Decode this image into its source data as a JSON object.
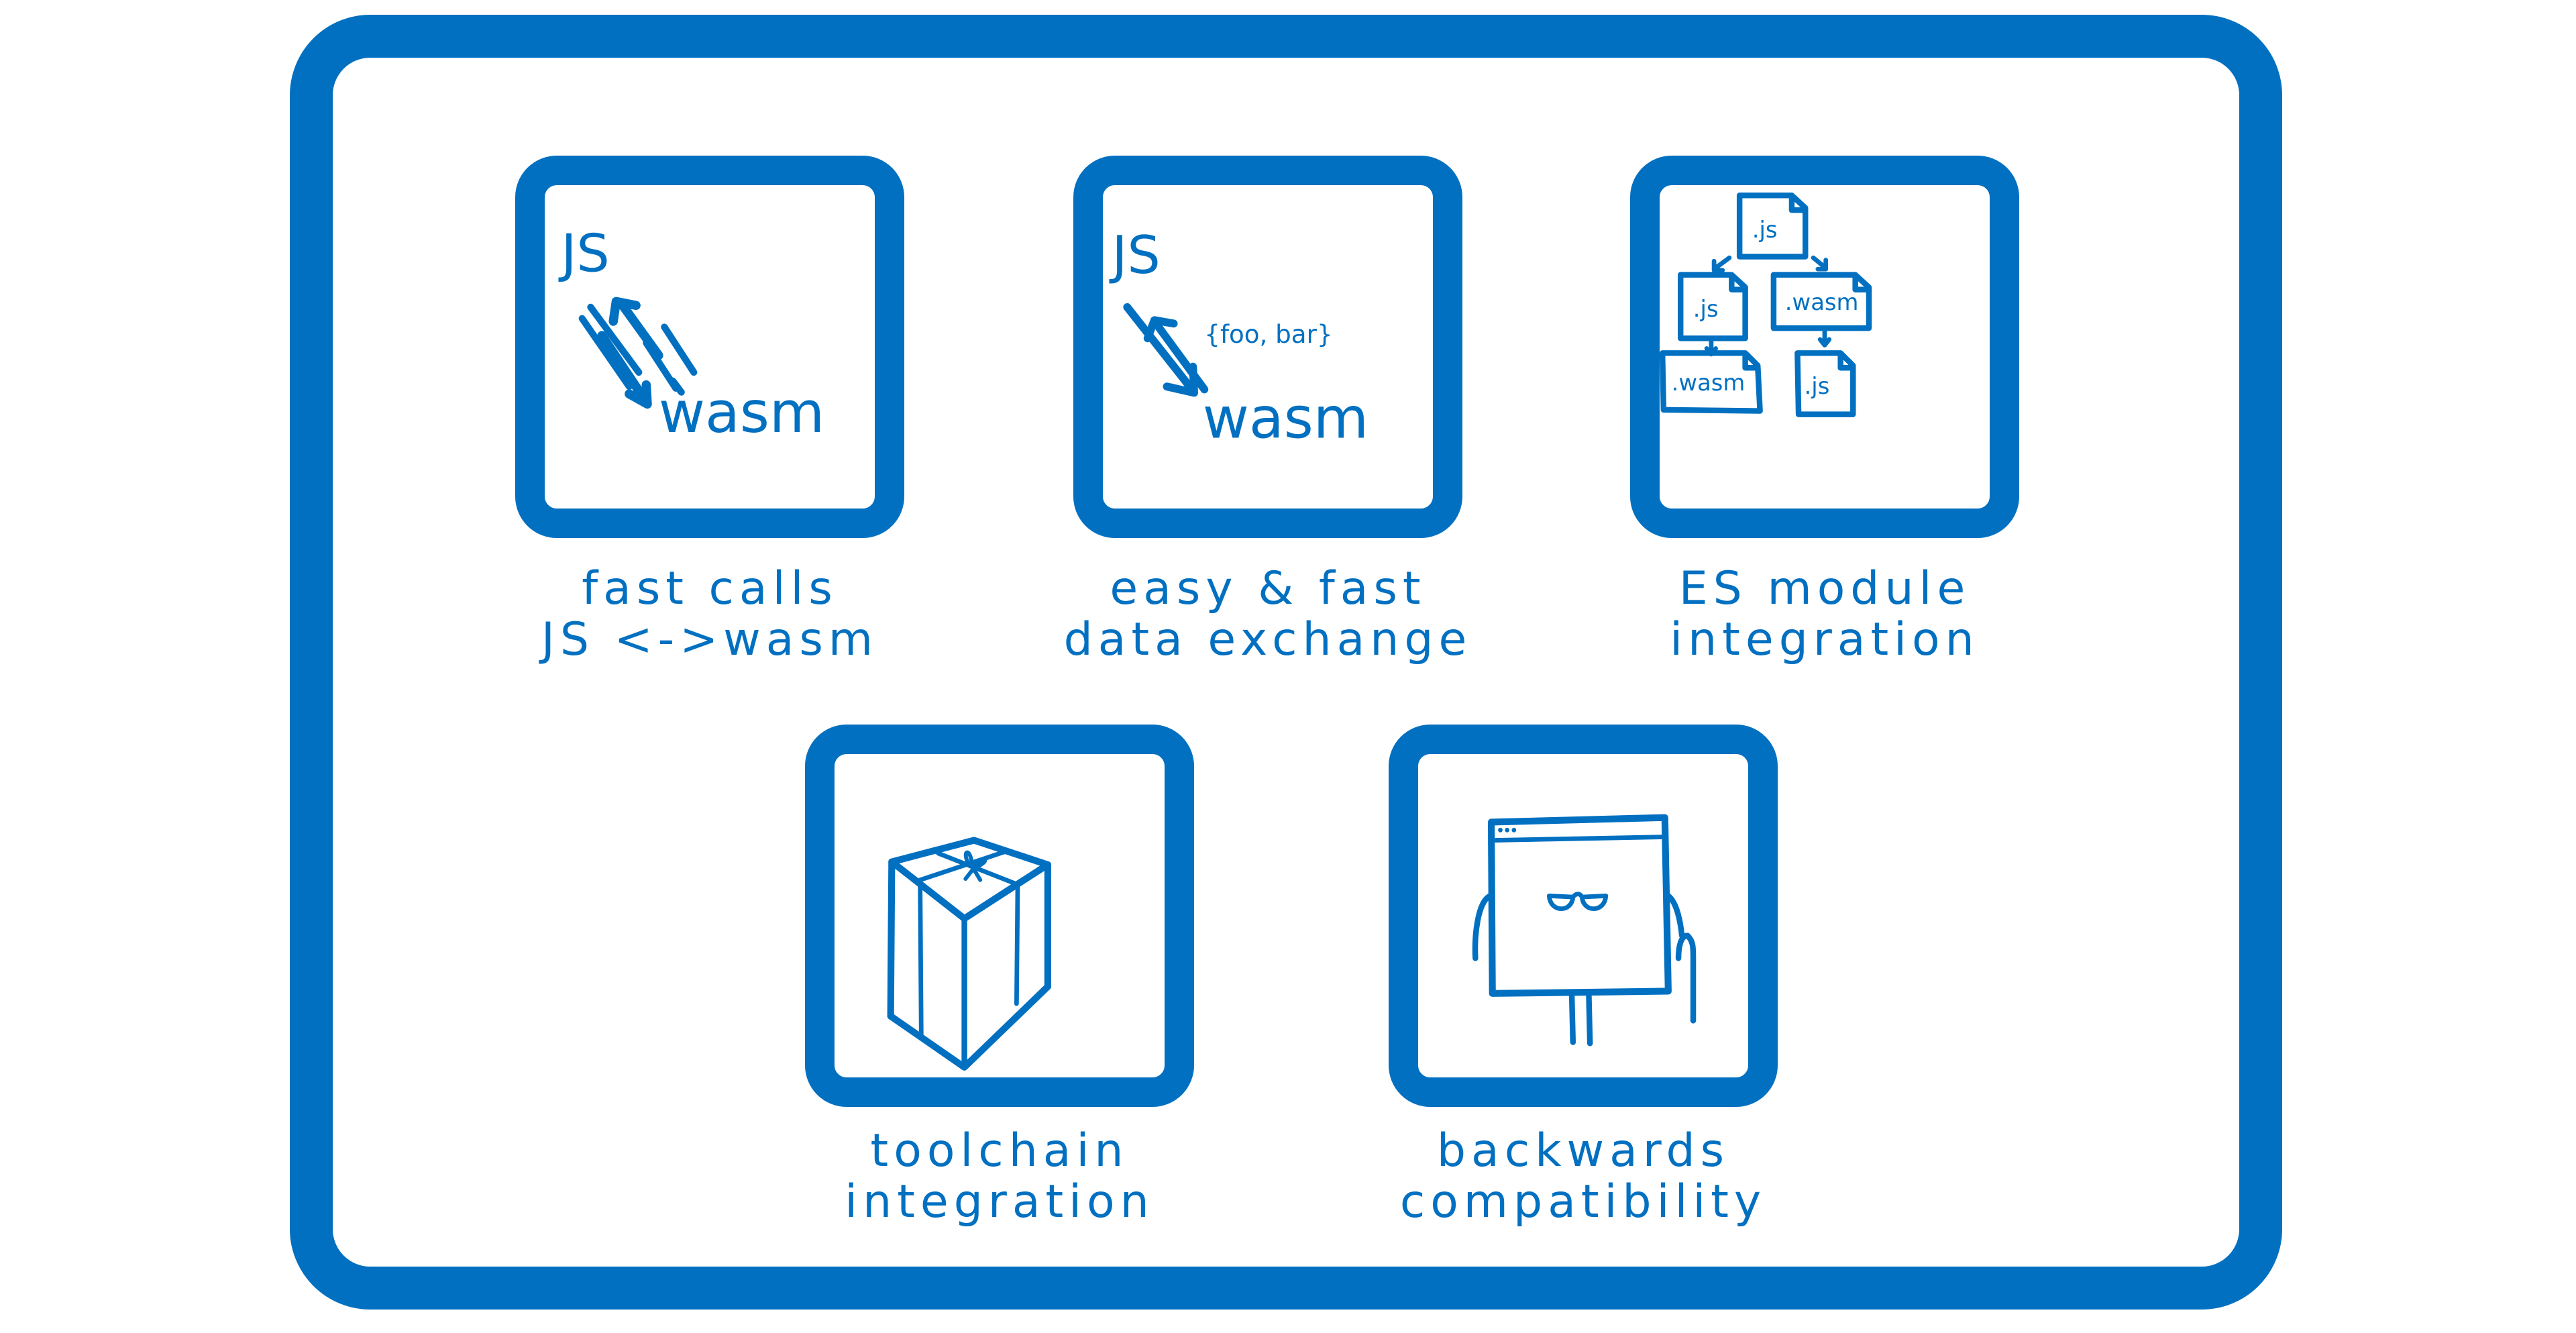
{
  "diagram": {
    "accent_color": "#0270c1",
    "tiles": [
      {
        "id": "fast-calls",
        "icon": "js-wasm-fast-arrows-icon",
        "labels": {
          "top": "JS",
          "bottom": "wasm"
        },
        "caption": [
          "fast calls",
          "JS <->wasm"
        ]
      },
      {
        "id": "data-exchange",
        "icon": "js-wasm-data-exchange-icon",
        "labels": {
          "top": "JS",
          "payload": "{foo, bar}",
          "bottom": "wasm"
        },
        "caption": [
          "easy & fast",
          "data exchange"
        ]
      },
      {
        "id": "es-module",
        "icon": "module-graph-icon",
        "files": [
          ".js",
          ".js",
          ".wasm",
          ".wasm",
          ".js"
        ],
        "caption": [
          "ES module",
          "integration"
        ]
      },
      {
        "id": "toolchain",
        "icon": "gift-box-icon",
        "caption": [
          "toolchain",
          "integration"
        ]
      },
      {
        "id": "backwards-compat",
        "icon": "old-browser-character-icon",
        "caption": [
          "backwards",
          "compatibility"
        ]
      }
    ]
  }
}
